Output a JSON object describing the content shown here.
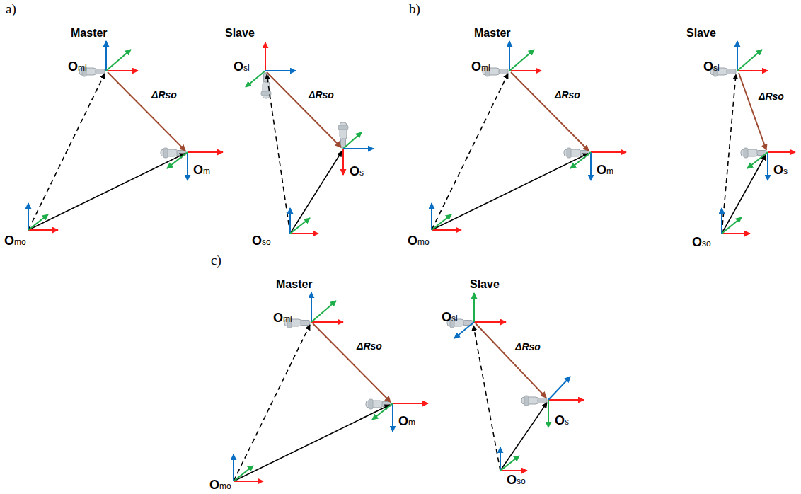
{
  "diagram": {
    "labels": [
      "a)",
      "Master",
      "Slave",
      "Oml",
      "ΔRso",
      "Om",
      "Omo",
      "Osl",
      "ΔRso",
      "Os",
      "Oso",
      "b)",
      "Master",
      "Slave",
      "Oml",
      "ΔRso",
      "Om",
      "Omo",
      "Osl",
      "ΔRso",
      "Os",
      "Oso",
      "c)",
      "Master",
      "Slave",
      "Oml",
      "ΔRso",
      "Om",
      "Omo",
      "Osl",
      "ΔRso",
      "Os",
      "Oso"
    ]
  }
}
